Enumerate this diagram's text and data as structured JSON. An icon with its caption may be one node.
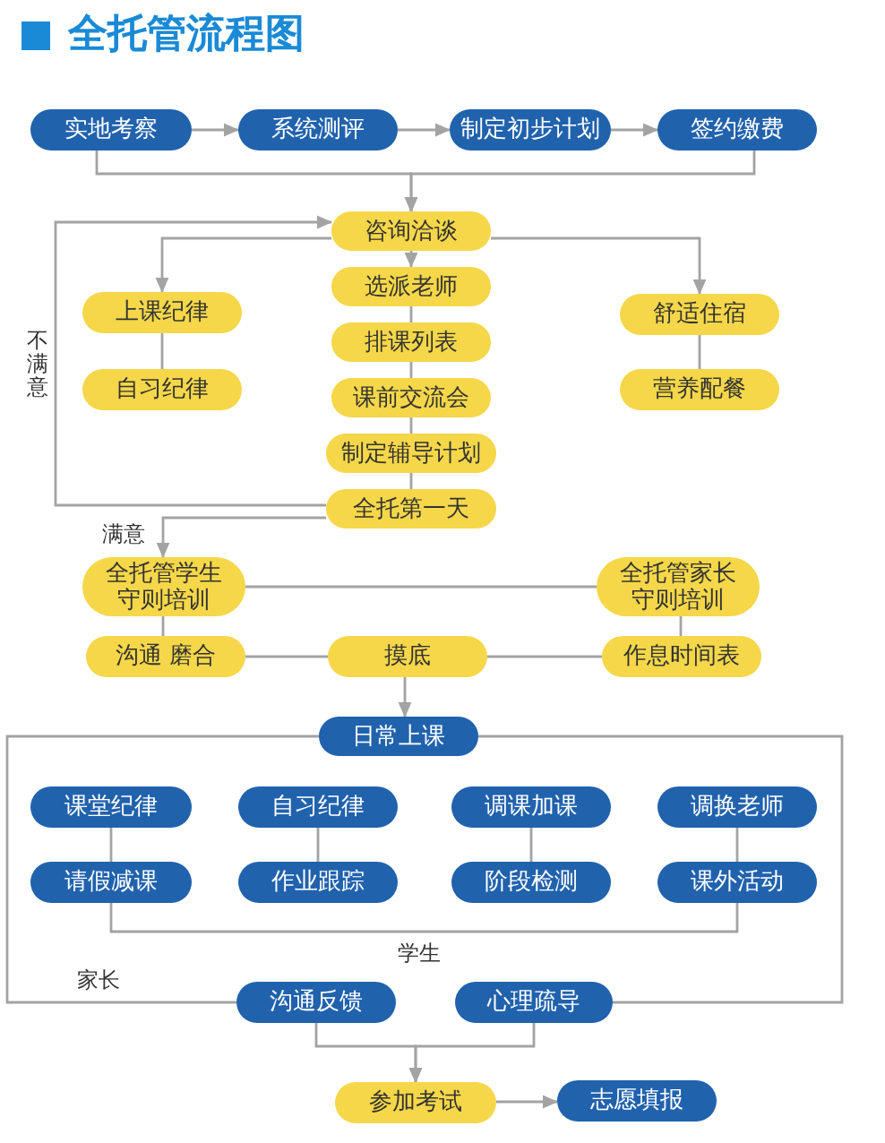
{
  "diagram": {
    "title": "全托管流程图",
    "nodes": [
      {
        "text": [
          "实地考察"
        ]
      },
      {
        "text": [
          "系统测评"
        ]
      },
      {
        "text": [
          "制定初步计划"
        ]
      },
      {
        "text": [
          "签约缴费"
        ]
      },
      {
        "text": [
          "咨询洽谈"
        ]
      },
      {
        "text": [
          "上课纪律"
        ]
      },
      {
        "text": [
          "自习纪律"
        ]
      },
      {
        "text": [
          "选派老师"
        ]
      },
      {
        "text": [
          "排课列表"
        ]
      },
      {
        "text": [
          "课前交流会"
        ]
      },
      {
        "text": [
          "制定辅导计划"
        ]
      },
      {
        "text": [
          "全托第一天"
        ]
      },
      {
        "text": [
          "舒适住宿"
        ]
      },
      {
        "text": [
          "营养配餐"
        ]
      },
      {
        "text": [
          "全托管学生守则培训"
        ]
      },
      {
        "text": [
          "全托管家长守则培训"
        ]
      },
      {
        "text": [
          "沟通 磨合"
        ]
      },
      {
        "text": [
          "摸底"
        ]
      },
      {
        "text": [
          "作息时间表"
        ]
      },
      {
        "text": [
          "日常上课"
        ]
      },
      {
        "text": [
          "课堂纪律"
        ]
      },
      {
        "text": [
          "请假减课"
        ]
      },
      {
        "text": [
          "自习纪律"
        ]
      },
      {
        "text": [
          "作业跟踪"
        ]
      },
      {
        "text": [
          "调课加课"
        ]
      },
      {
        "text": [
          "阶段检测"
        ]
      },
      {
        "text": [
          "调换老师"
        ]
      },
      {
        "text": [
          "课外活动"
        ]
      },
      {
        "text": [
          "沟通反馈"
        ]
      },
      {
        "text": [
          "心理疏导"
        ]
      },
      {
        "text": [
          "参加考试"
        ]
      },
      {
        "text": [
          "志愿填报"
        ]
      }
    ],
    "edges": [
      {
        "from": 0,
        "to": 1,
        "arrow": "to"
      },
      {
        "from": 1,
        "to": 2,
        "arrow": "to"
      },
      {
        "from": 2,
        "to": 3,
        "arrow": "to"
      },
      {
        "from": 0,
        "to": 4,
        "arrow": "to"
      },
      {
        "from": 3,
        "to": 4,
        "arrow": "to"
      },
      {
        "from": 4,
        "to": 5,
        "arrow": "to"
      },
      {
        "from": 4,
        "to": 7,
        "arrow": "to"
      },
      {
        "from": 4,
        "to": 12,
        "arrow": "to"
      },
      {
        "from": 5,
        "to": 6,
        "arrow": "none"
      },
      {
        "from": 7,
        "to": 8,
        "arrow": "none"
      },
      {
        "from": 8,
        "to": 9,
        "arrow": "none"
      },
      {
        "from": 9,
        "to": 10,
        "arrow": "none"
      },
      {
        "from": 10,
        "to": 11,
        "arrow": "none"
      },
      {
        "from": 12,
        "to": 13,
        "arrow": "none"
      },
      {
        "from": 11,
        "to": 4,
        "arrow": "to",
        "label": "不满意"
      },
      {
        "from": 11,
        "to": 14,
        "arrow": "to",
        "label": "满意"
      },
      {
        "from": 14,
        "to": 15,
        "arrow": "none"
      },
      {
        "from": 14,
        "to": 16,
        "arrow": "none"
      },
      {
        "from": 15,
        "to": 18,
        "arrow": "none"
      },
      {
        "from": 16,
        "to": 17,
        "arrow": "none"
      },
      {
        "from": 17,
        "to": 18,
        "arrow": "none"
      },
      {
        "from": 17,
        "to": 19,
        "arrow": "to"
      },
      {
        "from": 20,
        "to": 21,
        "arrow": "none"
      },
      {
        "from": 22,
        "to": 23,
        "arrow": "none"
      },
      {
        "from": 24,
        "to": 25,
        "arrow": "none"
      },
      {
        "from": 26,
        "to": 27,
        "arrow": "none"
      },
      {
        "from": 21,
        "to": 27,
        "arrow": "none",
        "label": "学生"
      },
      {
        "from": 19,
        "to": 28,
        "arrow": "none",
        "label": "家长"
      },
      {
        "from": 19,
        "to": 29,
        "arrow": "none"
      },
      {
        "from": 28,
        "to": 30,
        "arrow": "to"
      },
      {
        "from": 29,
        "to": 30,
        "arrow": "to"
      },
      {
        "from": 30,
        "to": 31,
        "arrow": "to"
      }
    ]
  }
}
